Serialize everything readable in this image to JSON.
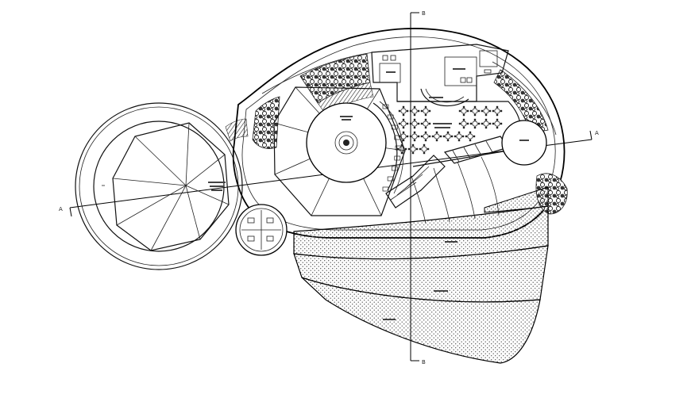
{
  "drawing": {
    "background": "#ffffff",
    "line_color": "#000000",
    "hatch_color": "#555555",
    "tree_color": "#222222"
  },
  "section_markers": {
    "top": "B",
    "bottom": "B",
    "left": "A",
    "right": "A"
  }
}
